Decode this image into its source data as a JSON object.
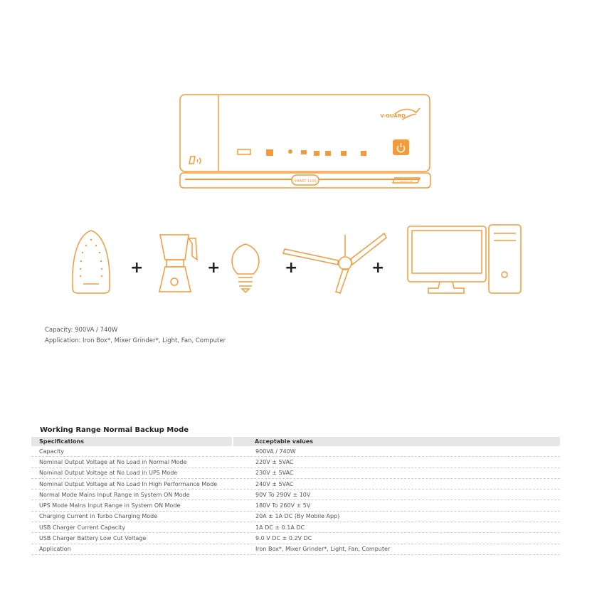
{
  "device": {
    "brand": "V-GUARD",
    "model": "SMART 1100",
    "tagline": "DIGITAL UPS"
  },
  "colors": {
    "accent": "#f39b3a",
    "header_bg": "#e6e6e6"
  },
  "appliances": [
    "iron-box",
    "mixer-grinder",
    "light",
    "fan",
    "computer"
  ],
  "plus": "+",
  "caption": {
    "capacity": "Capacity: 900VA / 740W",
    "application": "Application: Iron Box*, Mixer Grinder*, Light, Fan, Computer"
  },
  "table": {
    "title": "Working Range Normal Backup Mode",
    "headers": [
      "Specifications",
      "Acceptable values"
    ],
    "rows": [
      [
        "Capacity",
        "900VA / 740W"
      ],
      [
        "Nominal Output Voltage at No Load in Normal Mode",
        "220V ± 5VAC"
      ],
      [
        "Nominal Output Voltage at No Load in UPS Mode",
        "230V ± 5VAC"
      ],
      [
        "Nominal Output Voltage at No Load In High Performance Mode",
        " 240V ± 5VAC"
      ],
      [
        "Normal Mode Mains Input Range in System ON Mode",
        "90V To 290V ± 10V"
      ],
      [
        "UPS Mode Mains Input Range in System ON Mode",
        "180V To 260V  ± 5V"
      ],
      [
        "Charging Current in Turbo Charging Mode",
        "20A ± 1A DC (By Mobile App)"
      ],
      [
        "USB Charger Current Capacity",
        "1A DC ± 0.1A DC"
      ],
      [
        "USB Charger Battery Low Cut Voltage",
        "9.0 V DC ± 0.2V DC"
      ],
      [
        "Application",
        "Iron Box*, Mixer Grinder*, Light, Fan, Computer"
      ]
    ]
  }
}
